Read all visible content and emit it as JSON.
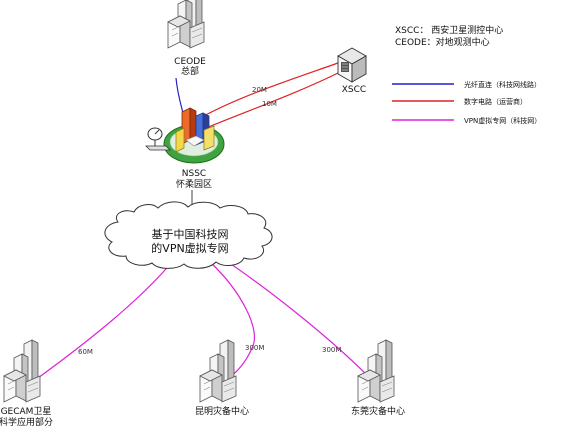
{
  "legend_top": {
    "xscc": "XSCC：  西安卫星测控中心",
    "ceode": "CEODE：对地观测中心"
  },
  "legend_lines": [
    {
      "label": "光纤直连（科技网线路）",
      "color": "#2222cc"
    },
    {
      "label": "数字电路（运营商）",
      "color": "#dd2222"
    },
    {
      "label": "VPN虚拟专网（科技网）",
      "color": "#dd22dd"
    }
  ],
  "nodes": {
    "ceode_line1": "CEODE",
    "ceode_line2": "总部",
    "xscc": "XSCC",
    "nssc_line1": "NSSC",
    "nssc_line2": "怀柔园区",
    "cloud_line1": "基于中国科技网",
    "cloud_line2": "的VPN虚拟专网",
    "gecam_line1": "GECAM卫星",
    "gecam_line2": "科学应用部分",
    "kunming": "昆明灾备中心",
    "dongguan": "东莞灾备中心"
  },
  "links": {
    "red_top": "20M",
    "red_bottom": "10M",
    "vpn_gecam": "60M",
    "vpn_kunming": "300M",
    "vpn_dongguan": "300M"
  }
}
